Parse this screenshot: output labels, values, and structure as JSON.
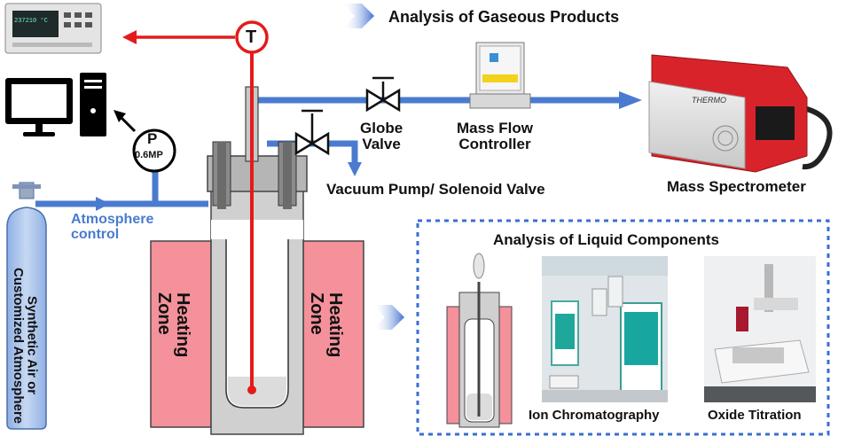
{
  "thermometer": {
    "symbol": "T",
    "display_reading": "237210 °C"
  },
  "gauge": {
    "symbol": "P",
    "pressure": "0.6MP"
  },
  "gas_analysis_title": "Analysis of Gaseous Products",
  "globe_valve_label": "Globe Valve",
  "globe_valve_lines": [
    "Globe",
    "Valve"
  ],
  "mfc_label_lines": [
    "Mass Flow",
    "Controller"
  ],
  "mass_spec_label": "Mass Spectrometer",
  "mass_spec_brand": "THERMO",
  "vacuum_label": "Vacuum Pump/ Solenoid Valve",
  "atmosphere_lines": [
    "Atmosphere",
    "control"
  ],
  "cylinder_lines": [
    "Synthetic Air or",
    "Customized Atmosphere"
  ],
  "heating_zone_lines": [
    "Heating",
    "Zone"
  ],
  "liquid_box": {
    "title": "Analysis of Liquid Components",
    "ion_label": "Ion Chromatography",
    "titration_label": "Oxide Titration"
  },
  "colors": {
    "pipe": "#4a7bd0",
    "thermo_line": "#e31b1b",
    "heating": "#f4919a",
    "reactor": "#d0d0d0",
    "mass_spec": "#d9232a"
  }
}
